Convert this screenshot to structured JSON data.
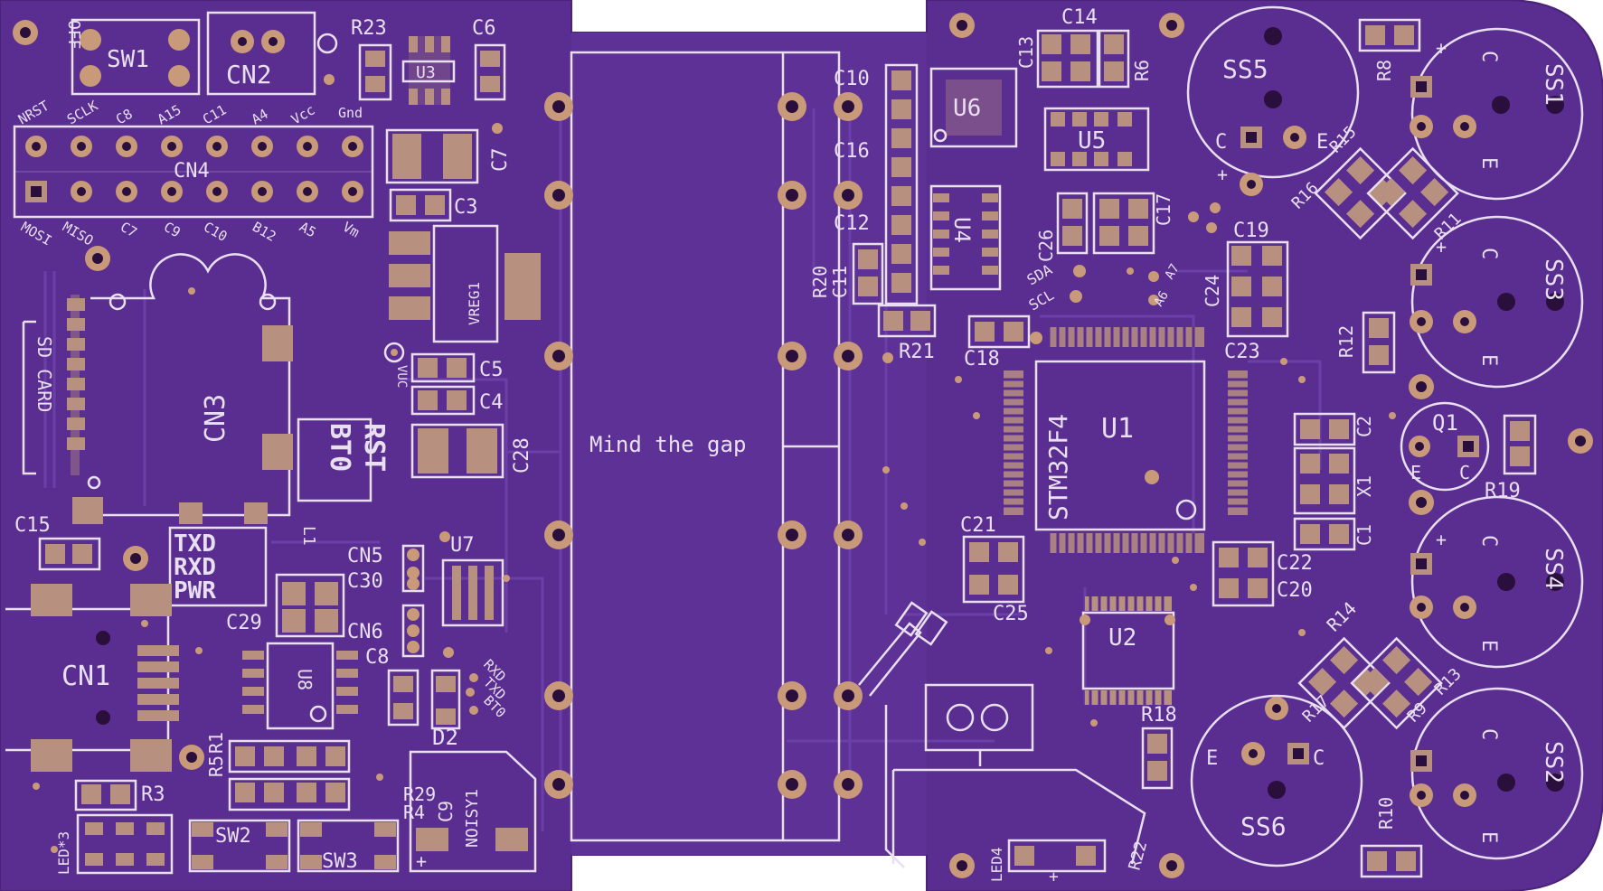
{
  "board": {
    "base_color": "#5a2d91",
    "silk_color": "#e8dff0",
    "pad_color": "#b89080",
    "center_text": "Mind the gap"
  },
  "labels": {
    "off": "OFF",
    "sw1": "SW1",
    "cn2": "CN2",
    "r23": "R23",
    "u3": "U3",
    "c6": "C6",
    "c7": "C7",
    "c3": "C3",
    "vreg1": "VREG1",
    "c5": "C5",
    "c4": "C4",
    "c28": "C28",
    "vuc": "VUC",
    "cn4": "CN4",
    "cn3": "CN3",
    "sd_card": "SD CARD",
    "rst": "RST",
    "bt0": "BT0",
    "txd": "TXD",
    "rxd": "RXD",
    "pwr": "PWR",
    "led3": "LED*3",
    "c15": "C15",
    "cn1": "CN1",
    "r3": "R3",
    "r5": "R5",
    "r1": "R1",
    "sw2": "SW2",
    "sw3": "SW3",
    "u8": "U8",
    "c29": "C29",
    "cn5": "CN5",
    "c30": "C30",
    "cn6": "CN6",
    "c8": "C8",
    "c9": "C9",
    "r29": "R29",
    "r4": "R4",
    "l1": "L1",
    "u7": "U7",
    "d2": "D2",
    "noisy1": "NOISY1",
    "rxd_small": "RXD",
    "txd_small": "TXD",
    "bt0_small": "BT0",
    "c10": "C10",
    "c16": "C16",
    "c12": "C12",
    "c11": "C11",
    "r20": "R20",
    "r21": "R21",
    "u6": "U6",
    "u4": "U4",
    "c13": "C13",
    "c14": "C14",
    "r6": "R6",
    "u5": "U5",
    "c26": "C26",
    "c17": "C17",
    "c19": "C19",
    "c24": "C24",
    "c23": "C23",
    "c18": "C18",
    "sda": "SDA",
    "scl": "SCL",
    "a6": "A6",
    "a7": "A7",
    "u1": "U1",
    "stm32f4": "STM32F4",
    "c21": "C21",
    "c25": "C25",
    "c22": "C22",
    "c20": "C20",
    "c2": "C2",
    "x1": "X1",
    "c1": "C1",
    "u2": "U2",
    "r18": "R18",
    "led4": "LED4",
    "r22": "R22",
    "ss5": "SS5",
    "ss1": "SS1",
    "ss3": "SS3",
    "ss4": "SS4",
    "ss2": "SS2",
    "ss6": "SS6",
    "r8": "R8",
    "r15": "R15",
    "r16": "R16",
    "r11": "R11",
    "r12": "R12",
    "q1": "Q1",
    "r19": "R19",
    "r14": "R14",
    "r13": "R13",
    "r17": "R17",
    "r10": "R10",
    "r9": "R9",
    "c_letter": "C",
    "e_letter": "E",
    "plus": "+"
  },
  "cn4_top_pins": [
    "NRST",
    "SCLK",
    "C8",
    "A15",
    "C11",
    "A4",
    "Vcc",
    "Gnd"
  ],
  "cn4_bottom_pins": [
    "MOSI",
    "MISO",
    "C7",
    "C9",
    "C10",
    "B12",
    "A5",
    "Vm"
  ]
}
